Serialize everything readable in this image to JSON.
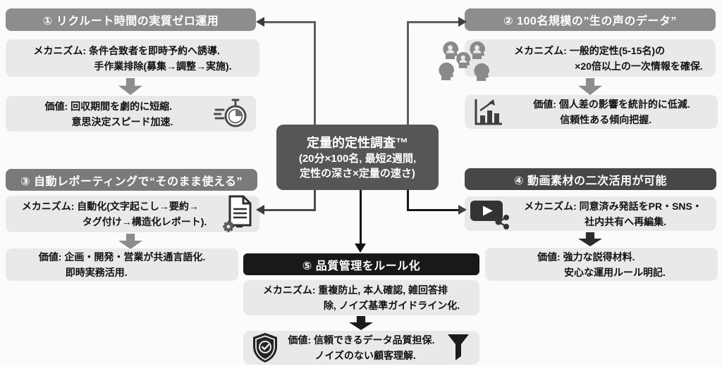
{
  "center": {
    "title": "定量的定性調査™",
    "subtitle_line1": "(20分×100名, 最短2週間,",
    "subtitle_line2": "定性の深さ×定量の速さ)"
  },
  "sections": {
    "s1": {
      "header": "① リクルート時間の実質ゼロ運用",
      "mechanism": {
        "line1": "メカニズム: 条件合致者を即時予約へ誘導.",
        "line2": "手作業排除(募集→調整→実施)."
      },
      "value": {
        "line1": "価値: 回収期間を劇的に短縮.",
        "line2": "意思決定スピード加速."
      },
      "value_icon": "stopwatch"
    },
    "s2": {
      "header": "② 100名規模の”生の声のデータ”",
      "mechanism": {
        "line1": "メカニズム: 一般的定性(5-15名)の",
        "line2": "×20倍以上の一次情報を確保."
      },
      "value": {
        "line1": "価値: 個人差の影響を統計的に低減.",
        "line2": "信頼性ある傾向把握."
      },
      "mechanism_icon": "people-group",
      "value_icon": "bar-chart"
    },
    "s3": {
      "header": "③ 自動レポーティングで“そのまま使える”",
      "mechanism": {
        "line1": "メカニズム: 自動化(文字起こし→要約→",
        "line2": "タグ付け→構造化レポート)."
      },
      "value": {
        "line1": "価値: 企画・開発・営業が共通言語化.",
        "line2": "即時実務活用."
      },
      "mechanism_icon": "document-gear"
    },
    "s4": {
      "header": "④ 動画素材の二次活用が可能",
      "mechanism": {
        "line1": "メカニズム: 同意済み発話をPR・SNS・",
        "line2": "社内共有へ再編集."
      },
      "value": {
        "line1": "価値: 強力な説得材料.",
        "line2": "安心な運用ルール明記."
      },
      "mechanism_icon": "video-share"
    },
    "s5": {
      "header": "⑤ 品質管理をルール化",
      "mechanism": {
        "line1": "メカニズム: 重複防止, 本人確認, 雑回答排",
        "line2": "除, ノイズ基準ガイドライン化."
      },
      "value": {
        "line1": "価値: 信頼できるデータ品質担保.",
        "line2": "ノイズのない顧客理解."
      },
      "value_icons": [
        "shield-check",
        "funnel"
      ]
    }
  },
  "colors": {
    "header_gray": "#8d8d8d",
    "header_mid_gray": "#7a7a7a",
    "header_dark_gray": "#474747",
    "header_black": "#191919",
    "center_box": "#565656",
    "content_box": "#e9e9e9",
    "connector_gray": "#5f5f5f",
    "connector_black": "#161616",
    "background": "#fbfbfb"
  }
}
